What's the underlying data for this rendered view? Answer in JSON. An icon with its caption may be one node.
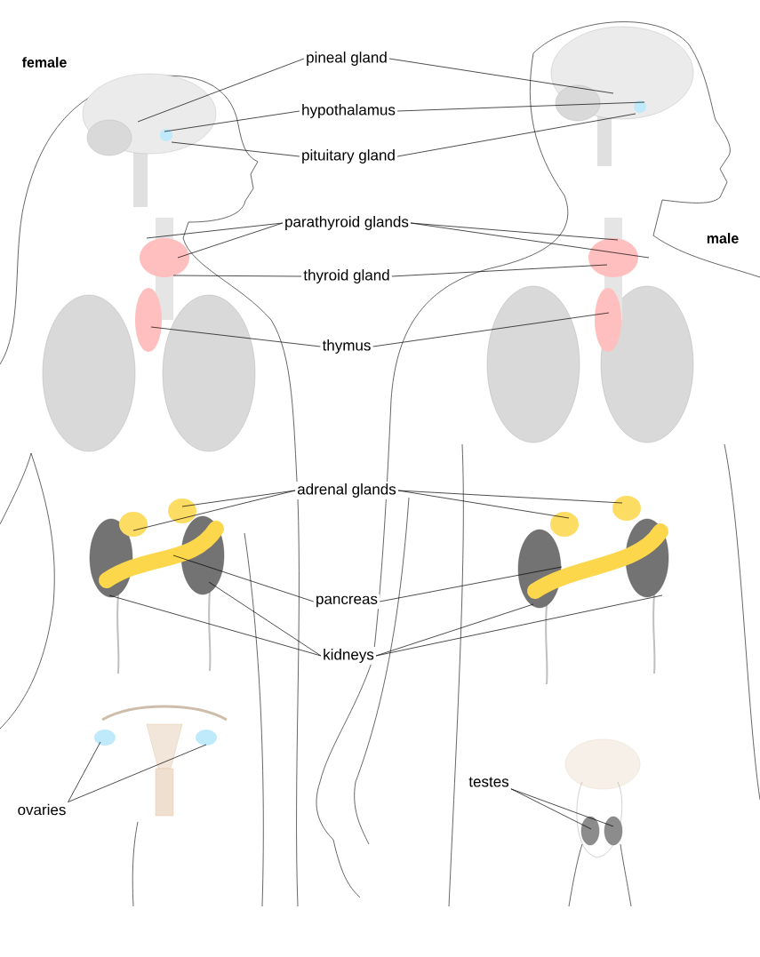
{
  "diagram": {
    "nodes": [
      {
        "text": [
          "pineal gland"
        ]
      },
      {
        "text": [
          "hypothalamus"
        ]
      },
      {
        "text": [
          "pituitary gland"
        ]
      },
      {
        "text": [
          "parathyroid glands"
        ]
      },
      {
        "text": [
          "thyroid gland"
        ]
      },
      {
        "text": [
          "thymus"
        ]
      },
      {
        "text": [
          "adrenal glands"
        ]
      },
      {
        "text": [
          "pancreas"
        ]
      },
      {
        "text": [
          "kidneys"
        ]
      },
      {
        "text": [
          "testes"
        ]
      },
      {
        "text": [
          "ovaries"
        ]
      }
    ],
    "edges": [
      {
        "from": 0,
        "to": null,
        "arrow": "none"
      },
      {
        "from": 0,
        "to": null,
        "arrow": "none"
      },
      {
        "from": 1,
        "to": null,
        "arrow": "none"
      },
      {
        "from": 1,
        "to": null,
        "arrow": "none"
      },
      {
        "from": 2,
        "to": null,
        "arrow": "none"
      },
      {
        "from": 2,
        "to": null,
        "arrow": "none"
      },
      {
        "from": 3,
        "to": null,
        "arrow": "none"
      },
      {
        "from": 3,
        "to": null,
        "arrow": "none"
      },
      {
        "from": 3,
        "to": null,
        "arrow": "none"
      },
      {
        "from": 3,
        "to": null,
        "arrow": "none"
      },
      {
        "from": 4,
        "to": null,
        "arrow": "none"
      },
      {
        "from": 4,
        "to": null,
        "arrow": "none"
      },
      {
        "from": 5,
        "to": null,
        "arrow": "none"
      },
      {
        "from": 5,
        "to": null,
        "arrow": "none"
      },
      {
        "from": 6,
        "to": null,
        "arrow": "none"
      },
      {
        "from": 6,
        "to": null,
        "arrow": "none"
      },
      {
        "from": 6,
        "to": null,
        "arrow": "none"
      },
      {
        "from": 6,
        "to": null,
        "arrow": "none"
      },
      {
        "from": 7,
        "to": null,
        "arrow": "none"
      },
      {
        "from": 7,
        "to": null,
        "arrow": "none"
      },
      {
        "from": 8,
        "to": null,
        "arrow": "none"
      },
      {
        "from": 8,
        "to": null,
        "arrow": "none"
      },
      {
        "from": 8,
        "to": null,
        "arrow": "none"
      },
      {
        "from": 8,
        "to": null,
        "arrow": "none"
      },
      {
        "from": 9,
        "to": null,
        "arrow": "none"
      },
      {
        "from": 9,
        "to": null,
        "arrow": "none"
      },
      {
        "from": 10,
        "to": null,
        "arrow": "none"
      },
      {
        "from": 10,
        "to": null,
        "arrow": "none"
      }
    ],
    "labels": [
      "female",
      "male"
    ]
  }
}
